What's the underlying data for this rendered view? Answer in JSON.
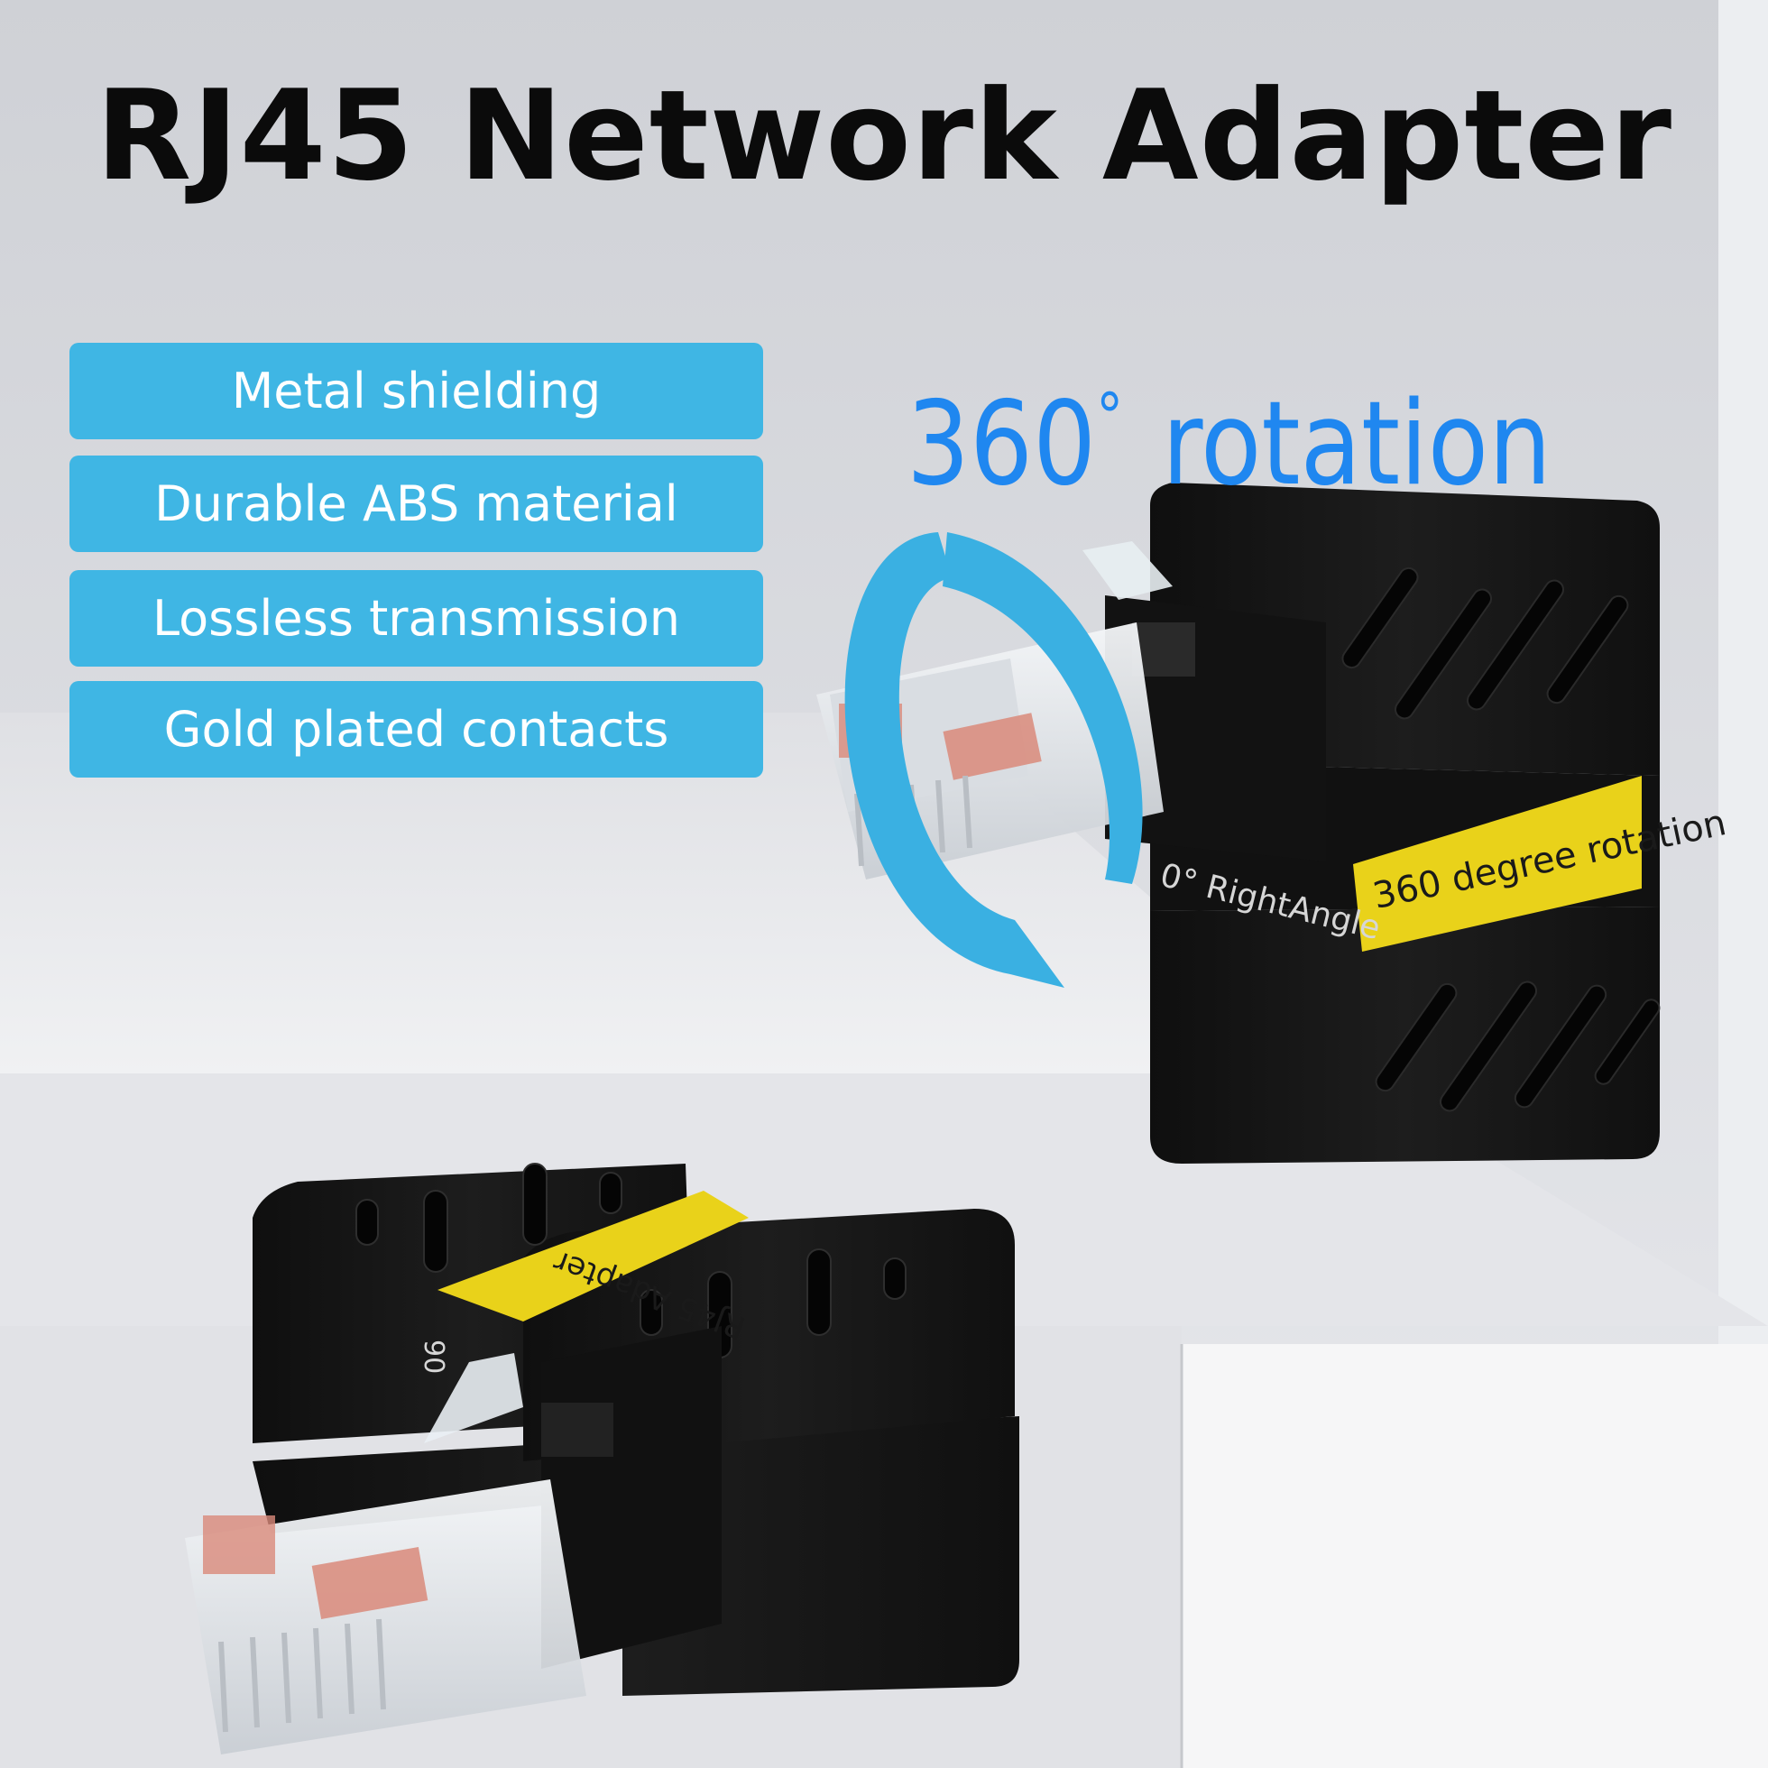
{
  "title": "RJ45 Network Adapter",
  "features": [
    "Metal shielding",
    "Durable ABS material",
    "Lossless transmission",
    "Gold plated contacts"
  ],
  "rotation_callout": {
    "number": "360",
    "degree": "°",
    "word": "rotation"
  },
  "adapter_top": {
    "band_text": "360 degree rotation",
    "side_text": "0° RightAngle"
  },
  "adapter_bottom": {
    "band_text": "RJ45 Adapter",
    "side_text": "90"
  },
  "colors": {
    "background": "#dcdee2",
    "feature_bg": "#3fb6e4",
    "feature_text": "#ffffff",
    "accent_blue": "#1f87f0",
    "arrow_blue": "#3ab0e2",
    "adapter_body": "#151515",
    "label_yellow": "#e9d21a"
  },
  "icons": [
    "rotation-arrow-icon"
  ]
}
